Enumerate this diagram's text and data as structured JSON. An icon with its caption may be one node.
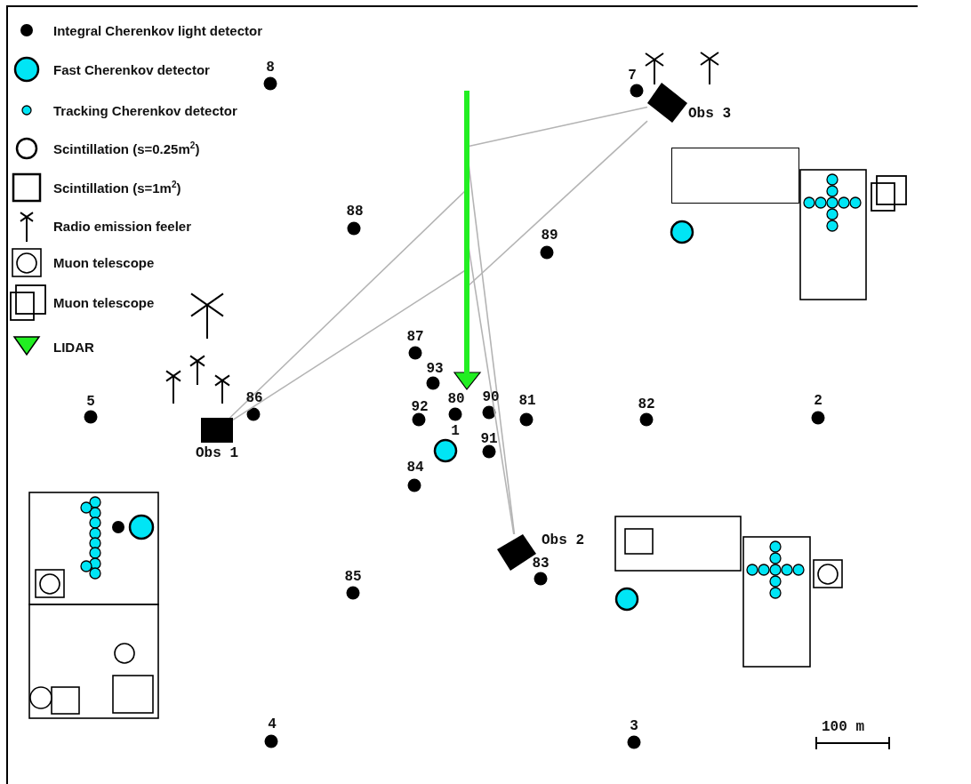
{
  "diagram": {
    "nodes": [
      {
        "text": [],
        "shape": "bar"
      },
      {
        "text": [
          "Obs 3"
        ]
      },
      {
        "text": [
          "Obs 1"
        ]
      },
      {
        "text": [
          "Obs 2"
        ]
      },
      {
        "text": [],
        "shape": "box"
      }
    ],
    "edges": [
      {
        "from": 1,
        "to": 0,
        "arrow": "none"
      },
      {
        "from": 1,
        "to": 0,
        "arrow": "none"
      },
      {
        "from": 2,
        "to": 0,
        "arrow": "none"
      },
      {
        "from": 2,
        "to": 0,
        "arrow": "none"
      },
      {
        "from": 3,
        "to": 0,
        "arrow": "none"
      },
      {
        "from": 3,
        "to": 0,
        "arrow": "none"
      }
    ],
    "labels": [
      "8",
      "7",
      "88",
      "89",
      "87",
      "93",
      "5",
      "86",
      "92",
      "80",
      "90",
      "81",
      "82",
      "2",
      "1",
      "91",
      "84",
      "83",
      "85",
      "4",
      "3",
      "100 m"
    ],
    "legend": [
      {
        "text": "Integral Cherenkov light detector"
      },
      {
        "text": "Fast Cherenkov detector"
      },
      {
        "text": "Tracking Cherenkov detector"
      },
      {
        "text": "Scintillation (s=0.25m$^{2}$)"
      },
      {
        "text": "Scintillation (s=1m$^{2}$)"
      },
      {
        "text": "Radio emission feeler"
      },
      {
        "text": "Muon telescope"
      },
      {
        "text": "Muon telescope"
      },
      {
        "text": "LIDAR"
      }
    ]
  }
}
